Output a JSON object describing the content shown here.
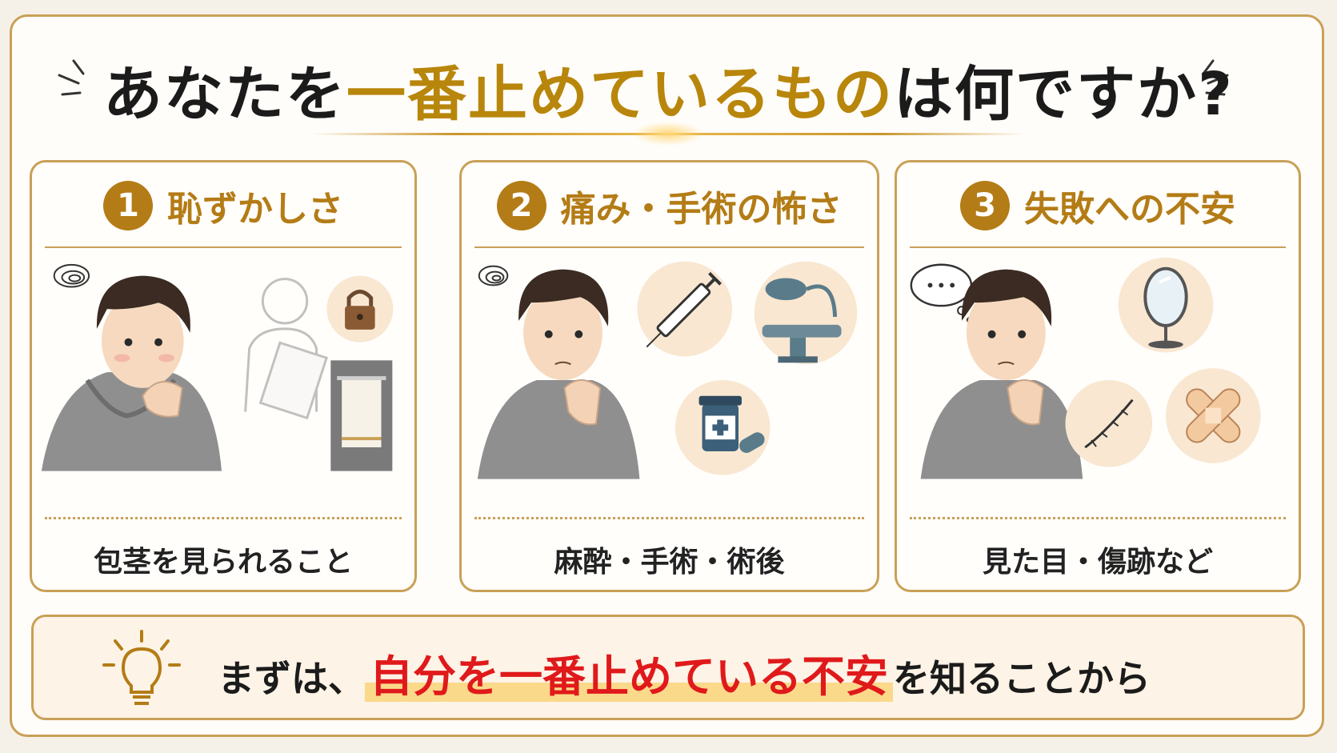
{
  "title": {
    "part1": "あなたを",
    "highlight": "一番止めているもの",
    "part2": "は何ですか?"
  },
  "cards": [
    {
      "number": "1",
      "heading": "恥ずかしさ",
      "caption": "包茎を見られること",
      "icons": [
        "worried-man",
        "doctor-silhouette",
        "lock-icon",
        "towel-icon"
      ]
    },
    {
      "number": "2",
      "heading": "痛み・手術の怖さ",
      "caption": "麻酔・手術・術後",
      "icons": [
        "worried-man",
        "syringe-icon",
        "surgery-lamp-icon",
        "medicine-icon"
      ]
    },
    {
      "number": "3",
      "heading": "失敗への不安",
      "caption": "見た目・傷跡など",
      "icons": [
        "worried-man",
        "mirror-icon",
        "scar-icon",
        "bandage-icon"
      ]
    }
  ],
  "footer": {
    "before": "まずは、",
    "highlight": "自分を一番止めている不安",
    "after": "を知ることから"
  },
  "colors": {
    "accent": "#b47c16",
    "border": "#c9a057",
    "highlight_red": "#e0191b",
    "background": "#fffdf9"
  }
}
